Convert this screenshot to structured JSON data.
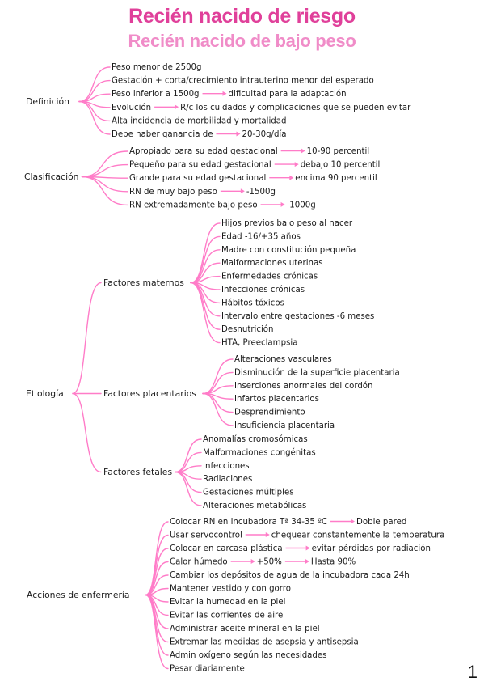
{
  "title": "Recién nacido de riesgo",
  "subtitle": "Recién nacido de bajo peso",
  "page_number": "1",
  "colors": {
    "title": "#e0409a",
    "subtitle": "#f08cc8",
    "connector": "#ff7cc8",
    "text": "#1a1a1a"
  },
  "sections": [
    {
      "label": "Definición",
      "items": [
        [
          "Peso menor de 2500g"
        ],
        [
          "Gestación + corta/crecimiento intrauterino menor del esperado"
        ],
        [
          "Peso inferior a 1500g",
          "dificultad para la adaptación"
        ],
        [
          "Evolución",
          "R/c los cuidados y complicaciones que se pueden evitar"
        ],
        [
          "Alta incidencia de morbilidad y mortalidad"
        ],
        [
          "Debe haber ganancia de",
          "20-30g/día"
        ]
      ]
    },
    {
      "label": "Clasificación",
      "items": [
        [
          "Apropiado para su edad gestacional",
          "10-90 percentil"
        ],
        [
          "Pequeño para su edad gestacional",
          "debajo 10 percentil"
        ],
        [
          "Grande para su edad gestacional",
          "encima 90 percentil"
        ],
        [
          "RN de muy bajo peso",
          "-1500g"
        ],
        [
          "RN extremadamente bajo peso",
          "-1000g"
        ]
      ]
    },
    {
      "label": "Etiología",
      "groups": [
        {
          "label": "Factores maternos",
          "items": [
            [
              "Hijos previos bajo peso al nacer"
            ],
            [
              "Edad -16/+35 años"
            ],
            [
              "Madre con constitución pequeña"
            ],
            [
              "Malformaciones uterinas"
            ],
            [
              "Enfermedades crónicas"
            ],
            [
              "Infecciones crónicas"
            ],
            [
              "Hábitos tóxicos"
            ],
            [
              "Intervalo entre gestaciones -6 meses"
            ],
            [
              "Desnutrición"
            ],
            [
              "HTA, Preeclampsia"
            ]
          ]
        },
        {
          "label": "Factores placentarios",
          "items": [
            [
              "Alteraciones vasculares"
            ],
            [
              "Disminución de la superficie placentaria"
            ],
            [
              "Inserciones anormales del cordón"
            ],
            [
              "Infartos placentarios"
            ],
            [
              "Desprendimiento"
            ],
            [
              "Insuficiencia placentaria"
            ]
          ]
        },
        {
          "label": "Factores fetales",
          "items": [
            [
              "Anomalías cromosómicas"
            ],
            [
              "Malformaciones congénitas"
            ],
            [
              "Infecciones"
            ],
            [
              "Radiaciones"
            ],
            [
              "Gestaciones múltiples"
            ],
            [
              "Alteraciones metabólicas"
            ]
          ]
        }
      ]
    },
    {
      "label": "Acciones de enfermería",
      "items": [
        [
          "Colocar RN en incubadora Tª 34-35 ºC",
          "Doble pared"
        ],
        [
          "Usar servocontrol",
          "chequear constantemente la temperatura"
        ],
        [
          "Colocar en carcasa plástica",
          "evitar pérdidas por radiación"
        ],
        [
          "Calor húmedo",
          "+50%",
          "Hasta 90%"
        ],
        [
          "Cambiar los depósitos de agua de la incubadora cada 24h"
        ],
        [
          "Mantener vestido y con gorro"
        ],
        [
          "Evitar la humedad en la piel"
        ],
        [
          "Evitar las corrientes de aire"
        ],
        [
          "Administrar aceite mineral en la piel"
        ],
        [
          "Extremar las medidas de asepsia y antisepsia"
        ],
        [
          "Admin oxígeno según las necesidades"
        ],
        [
          "Pesar diariamente"
        ]
      ]
    }
  ]
}
